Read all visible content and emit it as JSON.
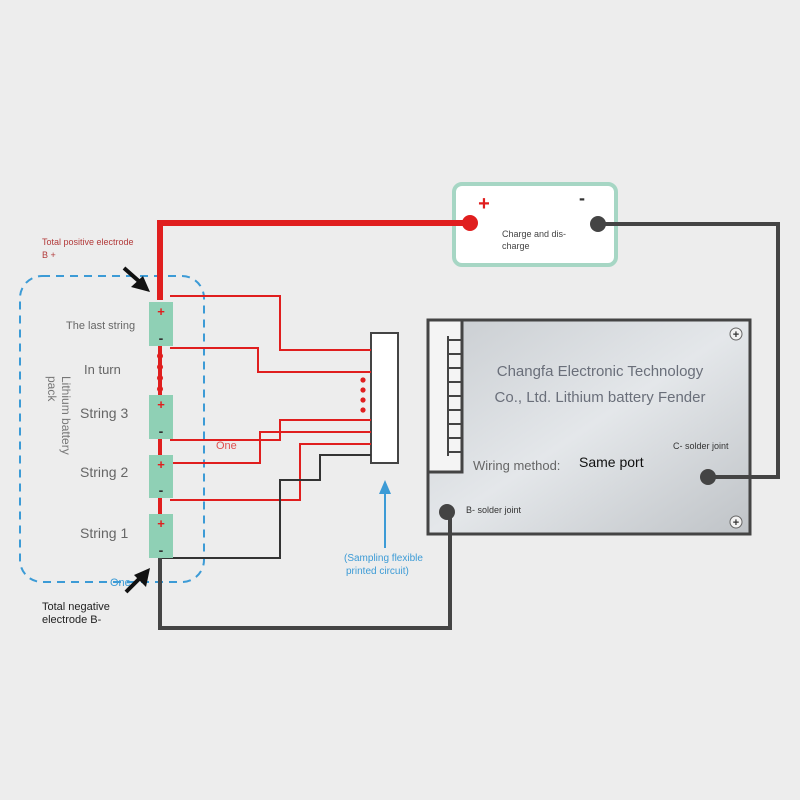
{
  "diagram": {
    "total_positive_label_line1": "Total positive electrode",
    "total_positive_label_line2": "B +",
    "total_negative_label_line1": "Total negative",
    "total_negative_label_line2": "electrode B-",
    "pack_label_line1": "Lithium battery",
    "pack_label_line2": "pack",
    "strings": {
      "last": "The last string",
      "in_turn": "In turn",
      "s3": "String 3",
      "s2": "String 2",
      "s1": "String 1"
    },
    "one_label": "One",
    "one_label_bottom": "One",
    "sampling_line1": "(Sampling flexible",
    "sampling_line2": "printed circuit)",
    "charge_box": {
      "plus": "+",
      "minus": "-",
      "label_line1": "Charge and dis-",
      "label_line2": "charge"
    },
    "board": {
      "title_line1": "Changfa Electronic Technology",
      "title_line2": "Co., Ltd. Lithium battery Fender",
      "wiring_label": "Wiring method:",
      "wiring_value": "Same port",
      "c_solder": "C- solder joint",
      "b_solder": "B- solder joint"
    },
    "cell_plus": "+",
    "cell_minus": "-",
    "colors": {
      "red": "#e01e1e",
      "dark": "#3a3a3a",
      "teal_box": "#a6d6c4",
      "dash_blue": "#3c9bd6",
      "cell_fill": "#8fd0b5",
      "arrow_blue": "#3c9bd6"
    }
  }
}
